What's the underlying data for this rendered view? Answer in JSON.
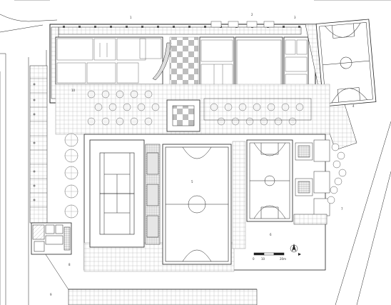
{
  "plan": {
    "zone_labels": [
      "1",
      "2",
      "3",
      "4",
      "5",
      "6",
      "7",
      "8",
      "9",
      "10"
    ],
    "scale_bar": [
      "0",
      "10",
      "20m"
    ]
  }
}
